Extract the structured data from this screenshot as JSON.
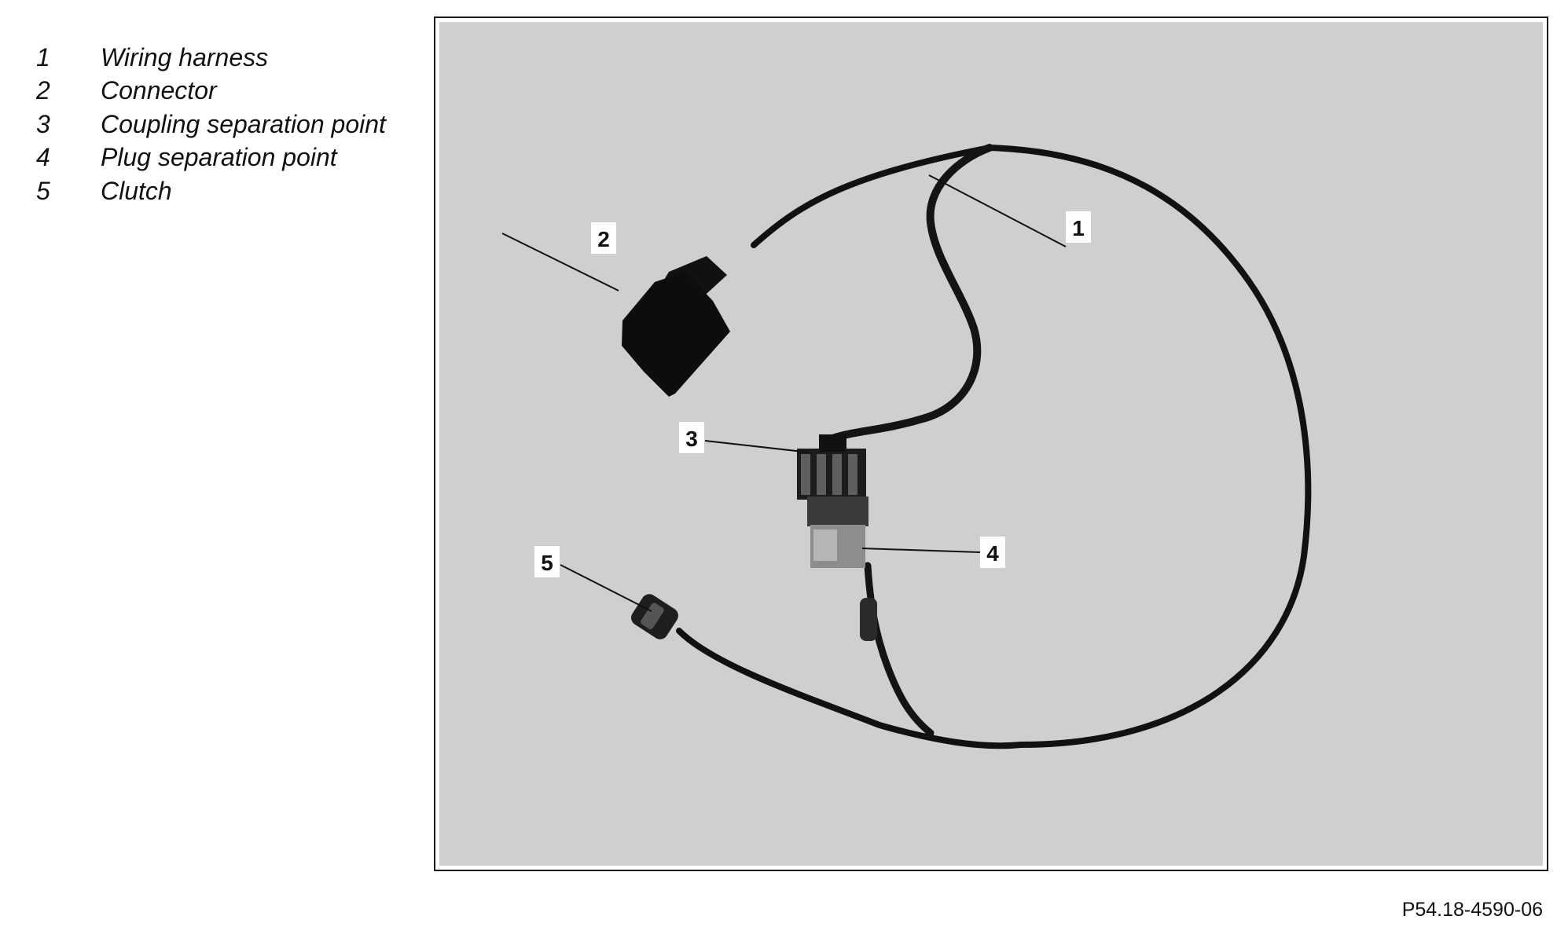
{
  "legend": [
    {
      "number": "1",
      "label": "Wiring harness"
    },
    {
      "number": "2",
      "label": "Connector"
    },
    {
      "number": "3",
      "label": "Coupling separation point"
    },
    {
      "number": "4",
      "label": "Plug separation point"
    },
    {
      "number": "5",
      "label": "Clutch"
    }
  ],
  "callouts": {
    "c1": "1",
    "c2": "2",
    "c3": "3",
    "c4": "4",
    "c5": "5"
  },
  "figure_id": "P54.18-4590-06",
  "colors": {
    "photo_background": "#cfcfcf",
    "cable": "#111111",
    "frame": "#1a1a1a"
  }
}
